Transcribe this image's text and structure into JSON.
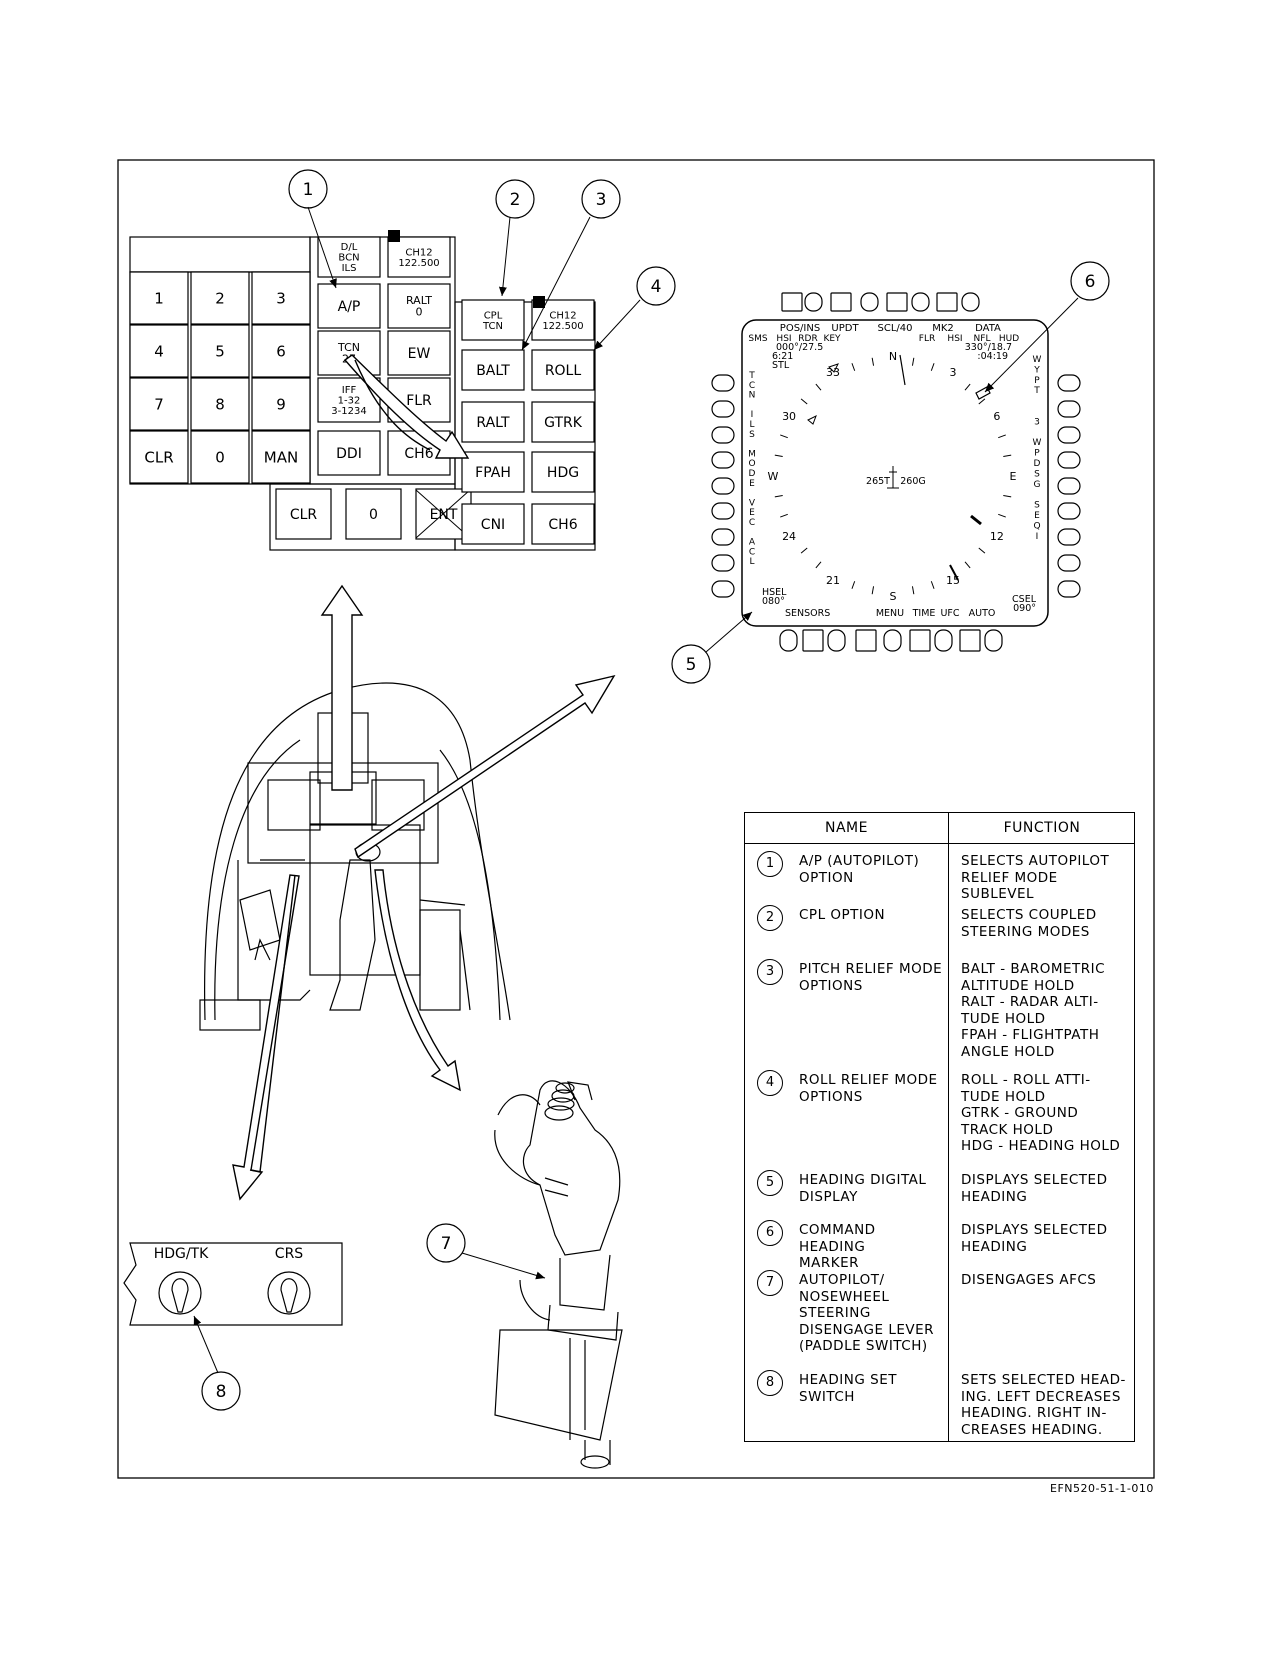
{
  "ufc": {
    "top_keys": [
      {
        "label": "D/L\nBCN\nILS"
      },
      {
        "label": "CH12\n122.500"
      }
    ],
    "left_keys": [
      "A/P",
      "RALT\n0",
      "TCN\n27",
      "EW",
      "IFF\n1-32\n3-1234",
      "FLR",
      "DDI",
      "CH6"
    ],
    "keypad": [
      "1",
      "2",
      "3",
      "4",
      "5",
      "6",
      "7",
      "8",
      "9",
      "CLR",
      "0",
      "MAN"
    ],
    "bottom_row": [
      "CLR",
      "0",
      "ENT"
    ],
    "relief_keys": [
      "CPL\nTCN",
      "CH12\n122.500",
      "BALT",
      "ROLL",
      "RALT",
      "GTRK",
      "FPAH",
      "HDG",
      "CNI",
      "CH6"
    ]
  },
  "hsi": {
    "top_labels": [
      "POS/INS",
      "UPDT",
      "SCL/40",
      "MK2",
      "DATA"
    ],
    "row2_labels": [
      "SMS",
      "HSI",
      "RDR",
      "KEY",
      "FLR",
      "HSI",
      "NFL",
      "HUD"
    ],
    "pos_text": "000°/27.5",
    "time1": "6:21",
    "stl": "STL",
    "wp_text": "330°/18.7",
    "time2": ":04:19",
    "left_column": [
      "T",
      "C",
      "N",
      "",
      "I",
      "L",
      "S",
      "",
      "M",
      "O",
      "D",
      "E",
      "",
      "V",
      "E",
      "C",
      "",
      "A",
      "C",
      "L"
    ],
    "right_column": [
      "W",
      "Y",
      "P",
      "T",
      "",
      "",
      "3",
      "",
      "W",
      "P",
      "D",
      "S",
      "G",
      "",
      "S",
      "E",
      "Q",
      "I"
    ],
    "compass": [
      "3",
      "6",
      "E",
      "12",
      "15",
      "S",
      "21",
      "24",
      "W",
      "30",
      "33",
      "N"
    ],
    "center_left": "265T",
    "center_right": "260G",
    "hsel_label": "HSEL",
    "hsel_value": "080°",
    "csel_label": "CSEL",
    "csel_value": "090°",
    "bottom_labels": [
      "SENSORS",
      "MENU",
      "TIME",
      "UFC",
      "AUTO"
    ]
  },
  "callouts": [
    "1",
    "2",
    "3",
    "4",
    "5",
    "6",
    "7",
    "8"
  ],
  "hdg_panel": {
    "left": "HDG/TK",
    "right": "CRS"
  },
  "table": {
    "header_name": "NAME",
    "header_function": "FUNCTION",
    "rows": [
      {
        "num": "1",
        "name": "A/P (AUTOPILOT)\nOPTION",
        "function": "SELECTS AUTOPILOT\nRELIEF MODE SUBLEVEL"
      },
      {
        "num": "2",
        "name": "CPL OPTION",
        "function": "SELECTS COUPLED\nSTEERING MODES"
      },
      {
        "num": "3",
        "name": "PITCH RELIEF MODE\nOPTIONS",
        "function": "BALT - BAROMETRIC\nALTITUDE HOLD\nRALT - RADAR ALTI-\nTUDE HOLD\nFPAH - FLIGHTPATH\nANGLE HOLD"
      },
      {
        "num": "4",
        "name": "ROLL RELIEF MODE\nOPTIONS",
        "function": "ROLL - ROLL ATTI-\nTUDE HOLD\nGTRK - GROUND\nTRACK HOLD\nHDG - HEADING HOLD"
      },
      {
        "num": "5",
        "name": "HEADING DIGITAL\nDISPLAY",
        "function": "DISPLAYS SELECTED\nHEADING"
      },
      {
        "num": "6",
        "name": "COMMAND HEADING\nMARKER",
        "function": "DISPLAYS SELECTED\nHEADING"
      },
      {
        "num": "7",
        "name": "AUTOPILOT/\nNOSEWHEEL\nSTEERING\nDISENGAGE LEVER\n(PADDLE SWITCH)",
        "function": "DISENGAGES AFCS"
      },
      {
        "num": "8",
        "name": "HEADING SET\nSWITCH",
        "function": "SETS SELECTED HEAD-\nING. LEFT DECREASES\nHEADING. RIGHT IN-\nCREASES HEADING."
      }
    ]
  },
  "figure_id": "EFN520-51-1-010"
}
